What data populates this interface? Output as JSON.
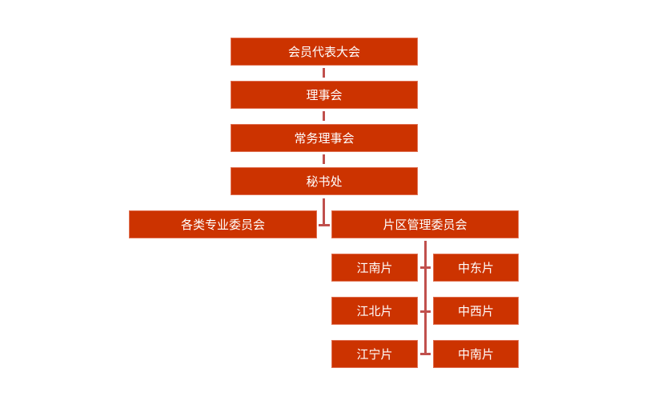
{
  "colors": {
    "box": "#CC3300",
    "connector": "#C0504D",
    "text": "#FFFFFF"
  },
  "chain": [
    "会员代表大会",
    "理事会",
    "常务理事会",
    "秘书处"
  ],
  "committees": {
    "professional": "各类专业委员会",
    "district": "片区管理委员会"
  },
  "districts": {
    "left": [
      "江南片",
      "江北片",
      "江宁片"
    ],
    "right": [
      "中东片",
      "中西片",
      "中南片"
    ]
  }
}
